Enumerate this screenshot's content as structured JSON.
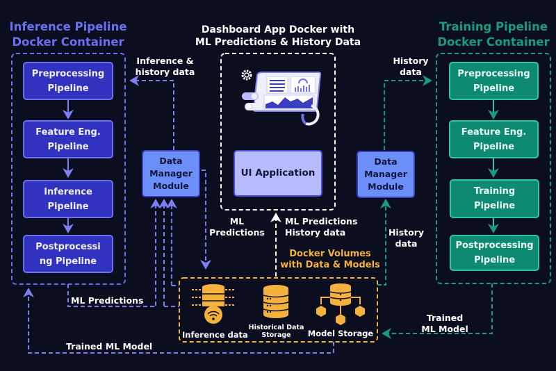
{
  "colors": {
    "background": "#0b0e1e",
    "inference": "#6b6ff0",
    "training": "#1a9a7e",
    "volume": "#f5b13d",
    "dashboard": "#ffffff",
    "data_manager": "#6b8ff7",
    "ui_application": "#b8bbfb"
  },
  "inference_container": {
    "title_line1": "Inference Pipeline",
    "title_line2": "Docker Container",
    "steps": [
      {
        "line1": "Preprocessing",
        "line2": "Pipeline"
      },
      {
        "line1": "Feature Eng.",
        "line2": "Pipeline"
      },
      {
        "line1": "Inference",
        "line2": "Pipeline"
      },
      {
        "line1": "Postprocessi",
        "line2": "ng Pipeline"
      }
    ]
  },
  "dashboard_container": {
    "title_line1": "Dashboard App Docker with",
    "title_line2": "ML Predictions & History Data",
    "illustration": "dashboard-tablet-icon",
    "ui_application": "UI Application"
  },
  "training_container": {
    "title_line1": "Training Pipeline",
    "title_line2": "Docker Container",
    "steps": [
      {
        "line1": "Preprocessing",
        "line2": "Pipeline"
      },
      {
        "line1": "Feature Eng.",
        "line2": "Pipeline"
      },
      {
        "line1": "Training",
        "line2": "Pipeline"
      },
      {
        "line1": "Postprocessing",
        "line2": "Pipeline"
      }
    ]
  },
  "data_manager_left": {
    "line1": "Data",
    "line2": "Manager",
    "line3": "Module"
  },
  "data_manager_right": {
    "line1": "Data",
    "line2": "Manager",
    "line3": "Module"
  },
  "volumes": {
    "title_line1": "Docker Volumes",
    "title_line2": "with Data & Models",
    "items": [
      {
        "icon": "database-wifi-icon",
        "line1": "Inference data",
        "line2": ""
      },
      {
        "icon": "database-icon",
        "line1": "Historical Data",
        "line2": "Storage"
      },
      {
        "icon": "database-network-icon",
        "line1": "Model Storage",
        "line2": ""
      }
    ]
  },
  "flow_labels": {
    "inference_history_line1": "Inference &",
    "inference_history_line2": "history data",
    "ml_predictions_a_line1": "ML",
    "ml_predictions_a_line2": "Predictions",
    "ml_predictions_history_line1": "ML Predictions",
    "ml_predictions_history_line2": "History data",
    "history_data_top_line1": "History",
    "history_data_top_line2": "data",
    "history_data_mid_line1": "History",
    "history_data_mid_line2": "data",
    "ml_predictions_b": "ML Predictions",
    "trained_model_left": "Trained ML Model",
    "trained_model_right_line1": "Trained",
    "trained_model_right_line2": "ML Model"
  }
}
